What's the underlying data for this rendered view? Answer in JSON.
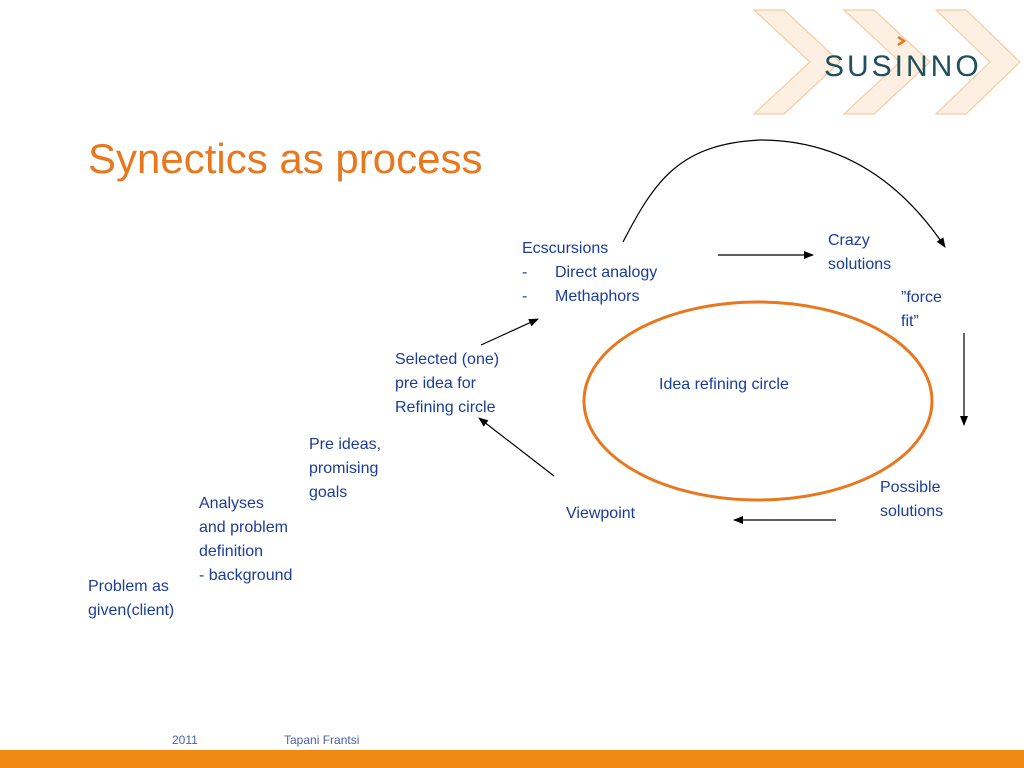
{
  "slide": {
    "title": "Synectics as process",
    "logo_text": "SUSINNO",
    "colors": {
      "accent": "#e8771e",
      "text": "#1a3c9c",
      "footer": "#f08a12"
    }
  },
  "diagram": {
    "problem": [
      "Problem as",
      "given(client)"
    ],
    "analyses": [
      "Analyses",
      "and problem",
      "definition",
      "- background"
    ],
    "pre_ideas": [
      "Pre ideas,",
      "promising",
      "goals"
    ],
    "selected": [
      "Selected (one)",
      "pre idea for",
      "Refining circle"
    ],
    "excursions": {
      "heading": "Ecscursions",
      "items": [
        "Direct analogy",
        "Methaphors"
      ]
    },
    "crazy": [
      "Crazy",
      "solutions"
    ],
    "force_fit": [
      "”force",
      "fit”"
    ],
    "circle": "Idea refining circle",
    "possible": [
      "Possible",
      "solutions"
    ],
    "viewpoint": "Viewpoint"
  },
  "footer": {
    "year": "2011",
    "author": "Tapani Frantsi"
  }
}
